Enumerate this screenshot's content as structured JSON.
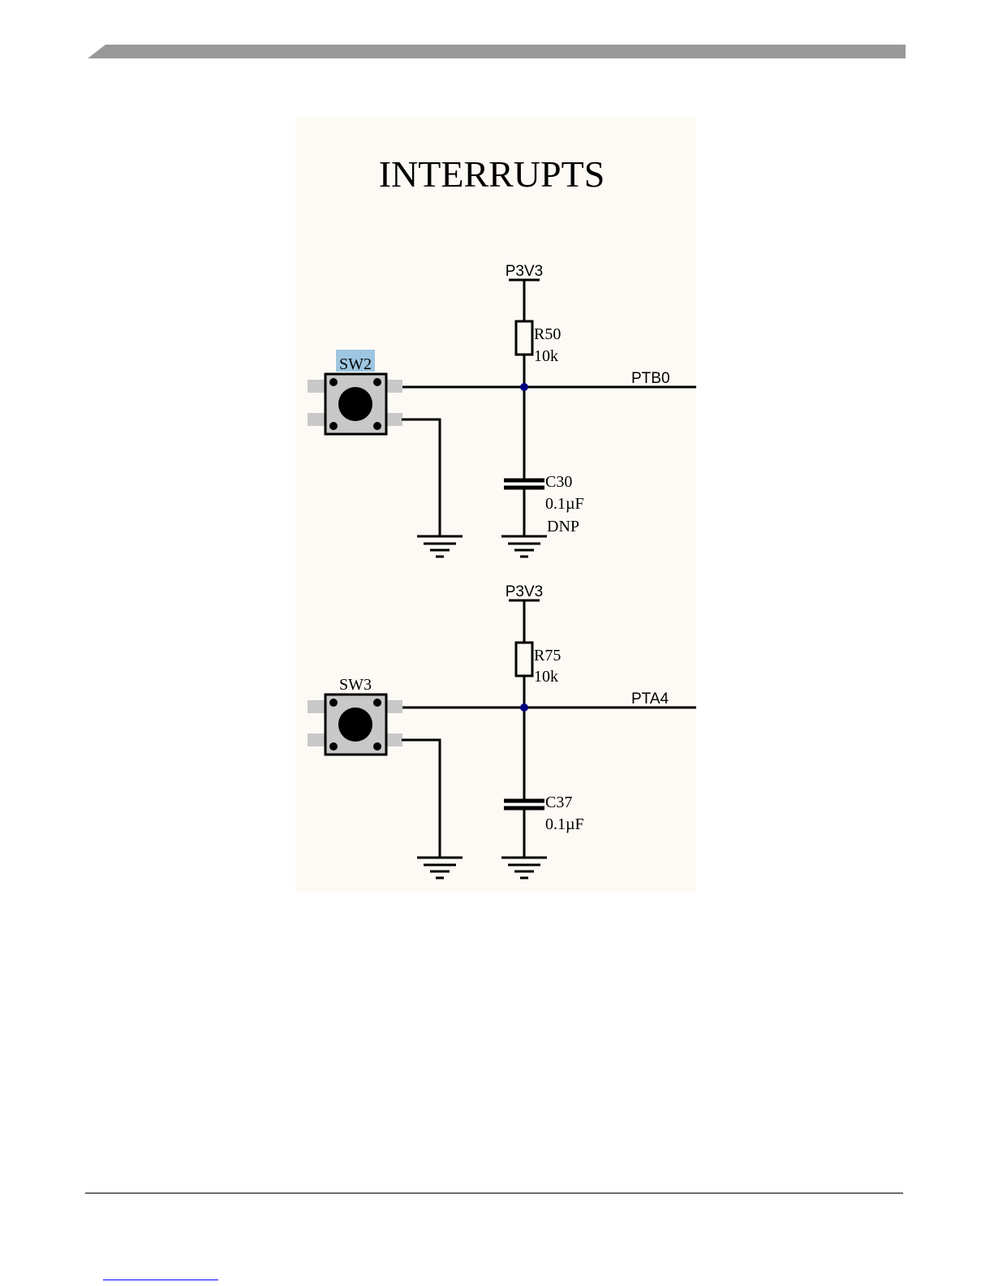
{
  "schematic": {
    "title": "INTERRUPTS",
    "colors": {
      "background": "#fdfaf6",
      "wire": "#000000",
      "junction": "#00007f",
      "switch_body": "#c8c8c8",
      "highlight": "#9ec6e0",
      "header_bar": "#999999"
    },
    "circuits": [
      {
        "power_label": "P3V3",
        "resistor": {
          "ref": "R50",
          "value": "10k"
        },
        "net_label": "PTB0",
        "switch": {
          "ref": "SW2",
          "highlighted": true
        },
        "capacitor": {
          "ref": "C30",
          "value": "0.1µF",
          "note": "DNP"
        }
      },
      {
        "power_label": "P3V3",
        "resistor": {
          "ref": "R75",
          "value": "10k"
        },
        "net_label": "PTA4",
        "switch": {
          "ref": "SW3",
          "highlighted": false
        },
        "capacitor": {
          "ref": "C37",
          "value": "0.1µF",
          "note": ""
        }
      }
    ]
  }
}
